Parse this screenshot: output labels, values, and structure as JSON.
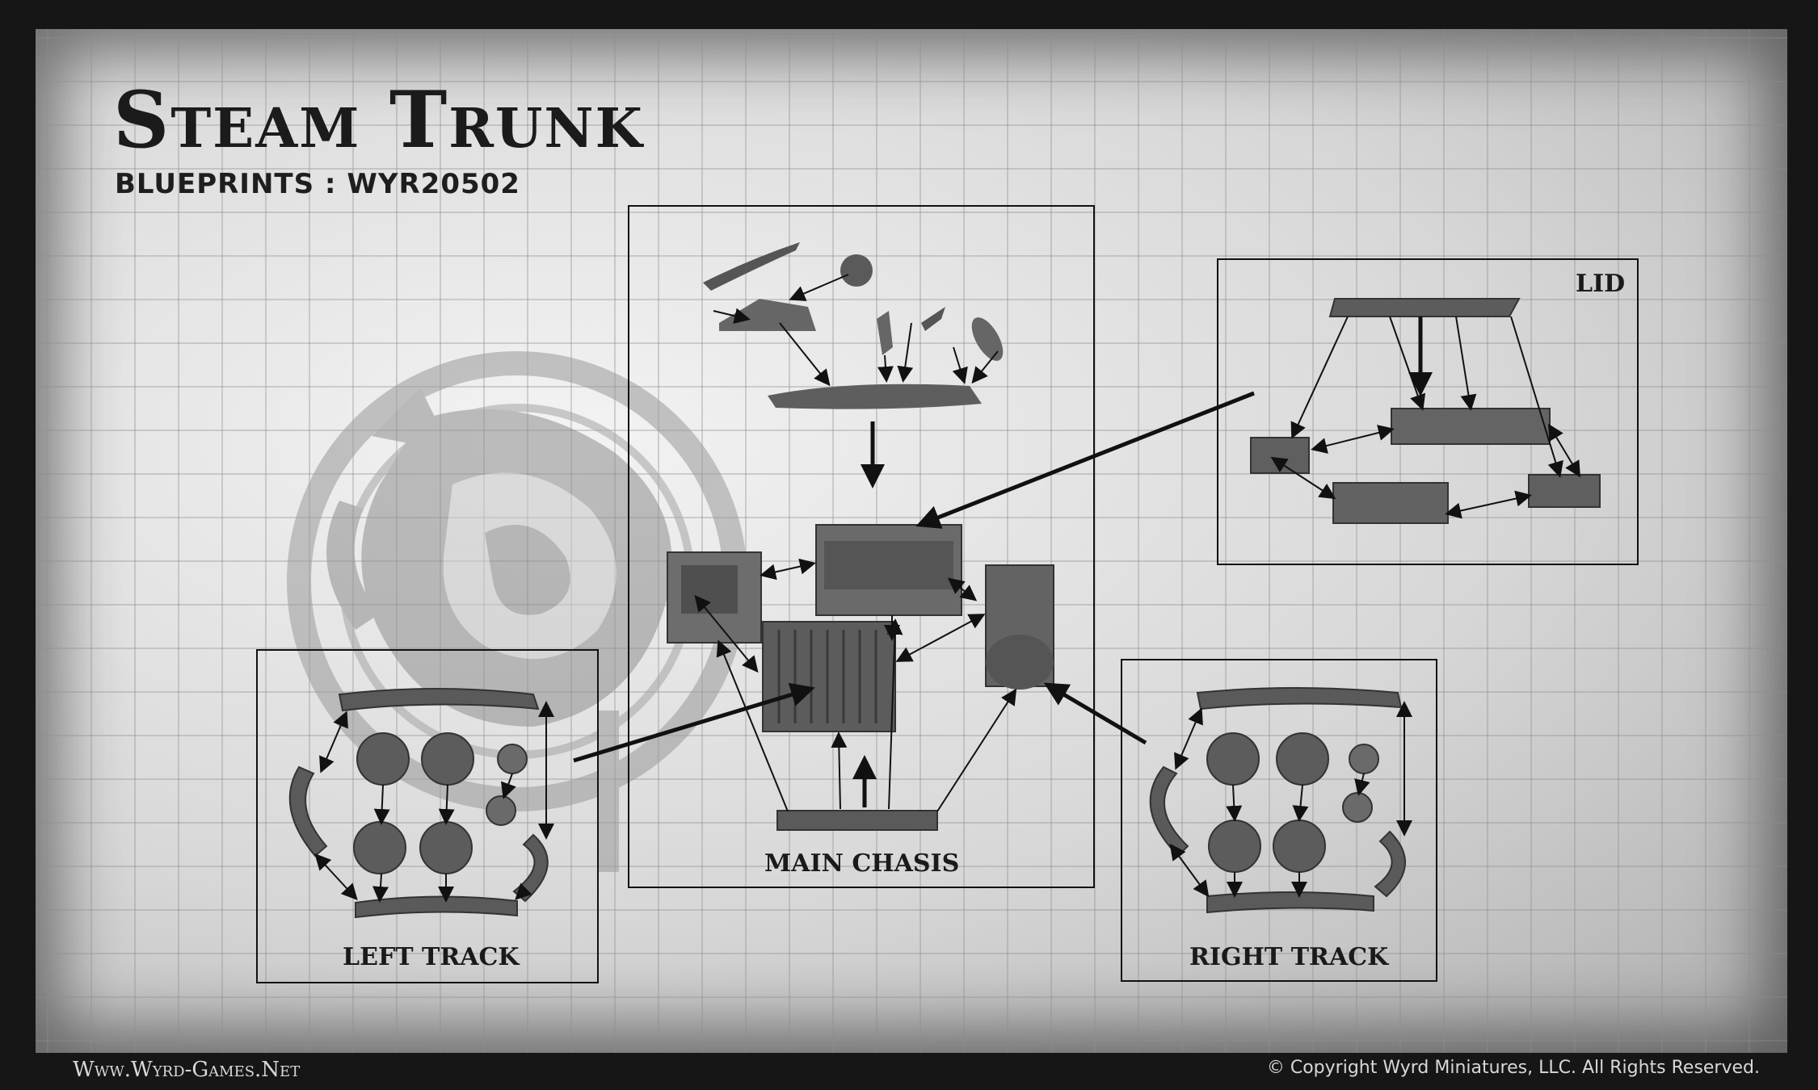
{
  "header": {
    "title": "Steam Trunk",
    "subtitle": "BLUEPRINTS : WYR20502"
  },
  "panels": {
    "main": {
      "label": "MAIN CHASIS"
    },
    "lid": {
      "label": "LID"
    },
    "left_track": {
      "label": "LEFT TRACK"
    },
    "right_track": {
      "label": "RIGHT TRACK"
    }
  },
  "footer": {
    "website": "Www.Wyrd-Games.Net",
    "copyright": "© Copyright Wyrd Miniatures, LLC. All Rights Reserved."
  },
  "colors": {
    "part": "#6e6e6e",
    "part_dark": "#4a4a4a",
    "line": "#111111",
    "logo": "#9a9a9a"
  }
}
